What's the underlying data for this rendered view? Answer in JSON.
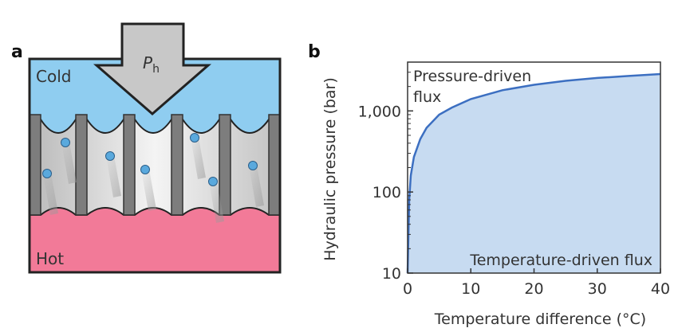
{
  "panel_a": {
    "label": "a",
    "cold_label": "Cold",
    "hot_label": "Hot",
    "pressure_symbol": "P",
    "pressure_subscript": "h",
    "colors": {
      "cold": "#8fcdf0",
      "hot": "#f27a98",
      "arrow": "#c8c8c8",
      "pillar": "#7d7d7d",
      "molecule": "#5aa9dd"
    }
  },
  "panel_b": {
    "label": "b",
    "region_top": [
      "Pressure-driven",
      "flux"
    ],
    "region_bottom": "Temperature-driven flux"
  },
  "chart_data": {
    "type": "area",
    "xlabel": "Temperature difference (°C)",
    "ylabel": "Hydraulic pressure (bar)",
    "xlim": [
      0,
      40
    ],
    "ylim": [
      10,
      4000
    ],
    "yscale": "log",
    "grid": false,
    "xticks": [
      0,
      10,
      20,
      30,
      40
    ],
    "xtick_labels": [
      "0",
      "10",
      "20",
      "30",
      "40"
    ],
    "yticks": [
      10,
      100,
      1000
    ],
    "ytick_labels": [
      "10",
      "100",
      "1,000"
    ],
    "series": [
      {
        "x": [
          0,
          0.25,
          0.5,
          1,
          2,
          3,
          5,
          7,
          10,
          15,
          20,
          25,
          30,
          35,
          40
        ],
        "y": [
          10,
          80,
          160,
          270,
          450,
          620,
          900,
          1100,
          1400,
          1800,
          2100,
          2350,
          2550,
          2700,
          2850
        ]
      }
    ],
    "colors": {
      "line": "#3c6fc1",
      "fill": "#c7dbf1"
    }
  }
}
